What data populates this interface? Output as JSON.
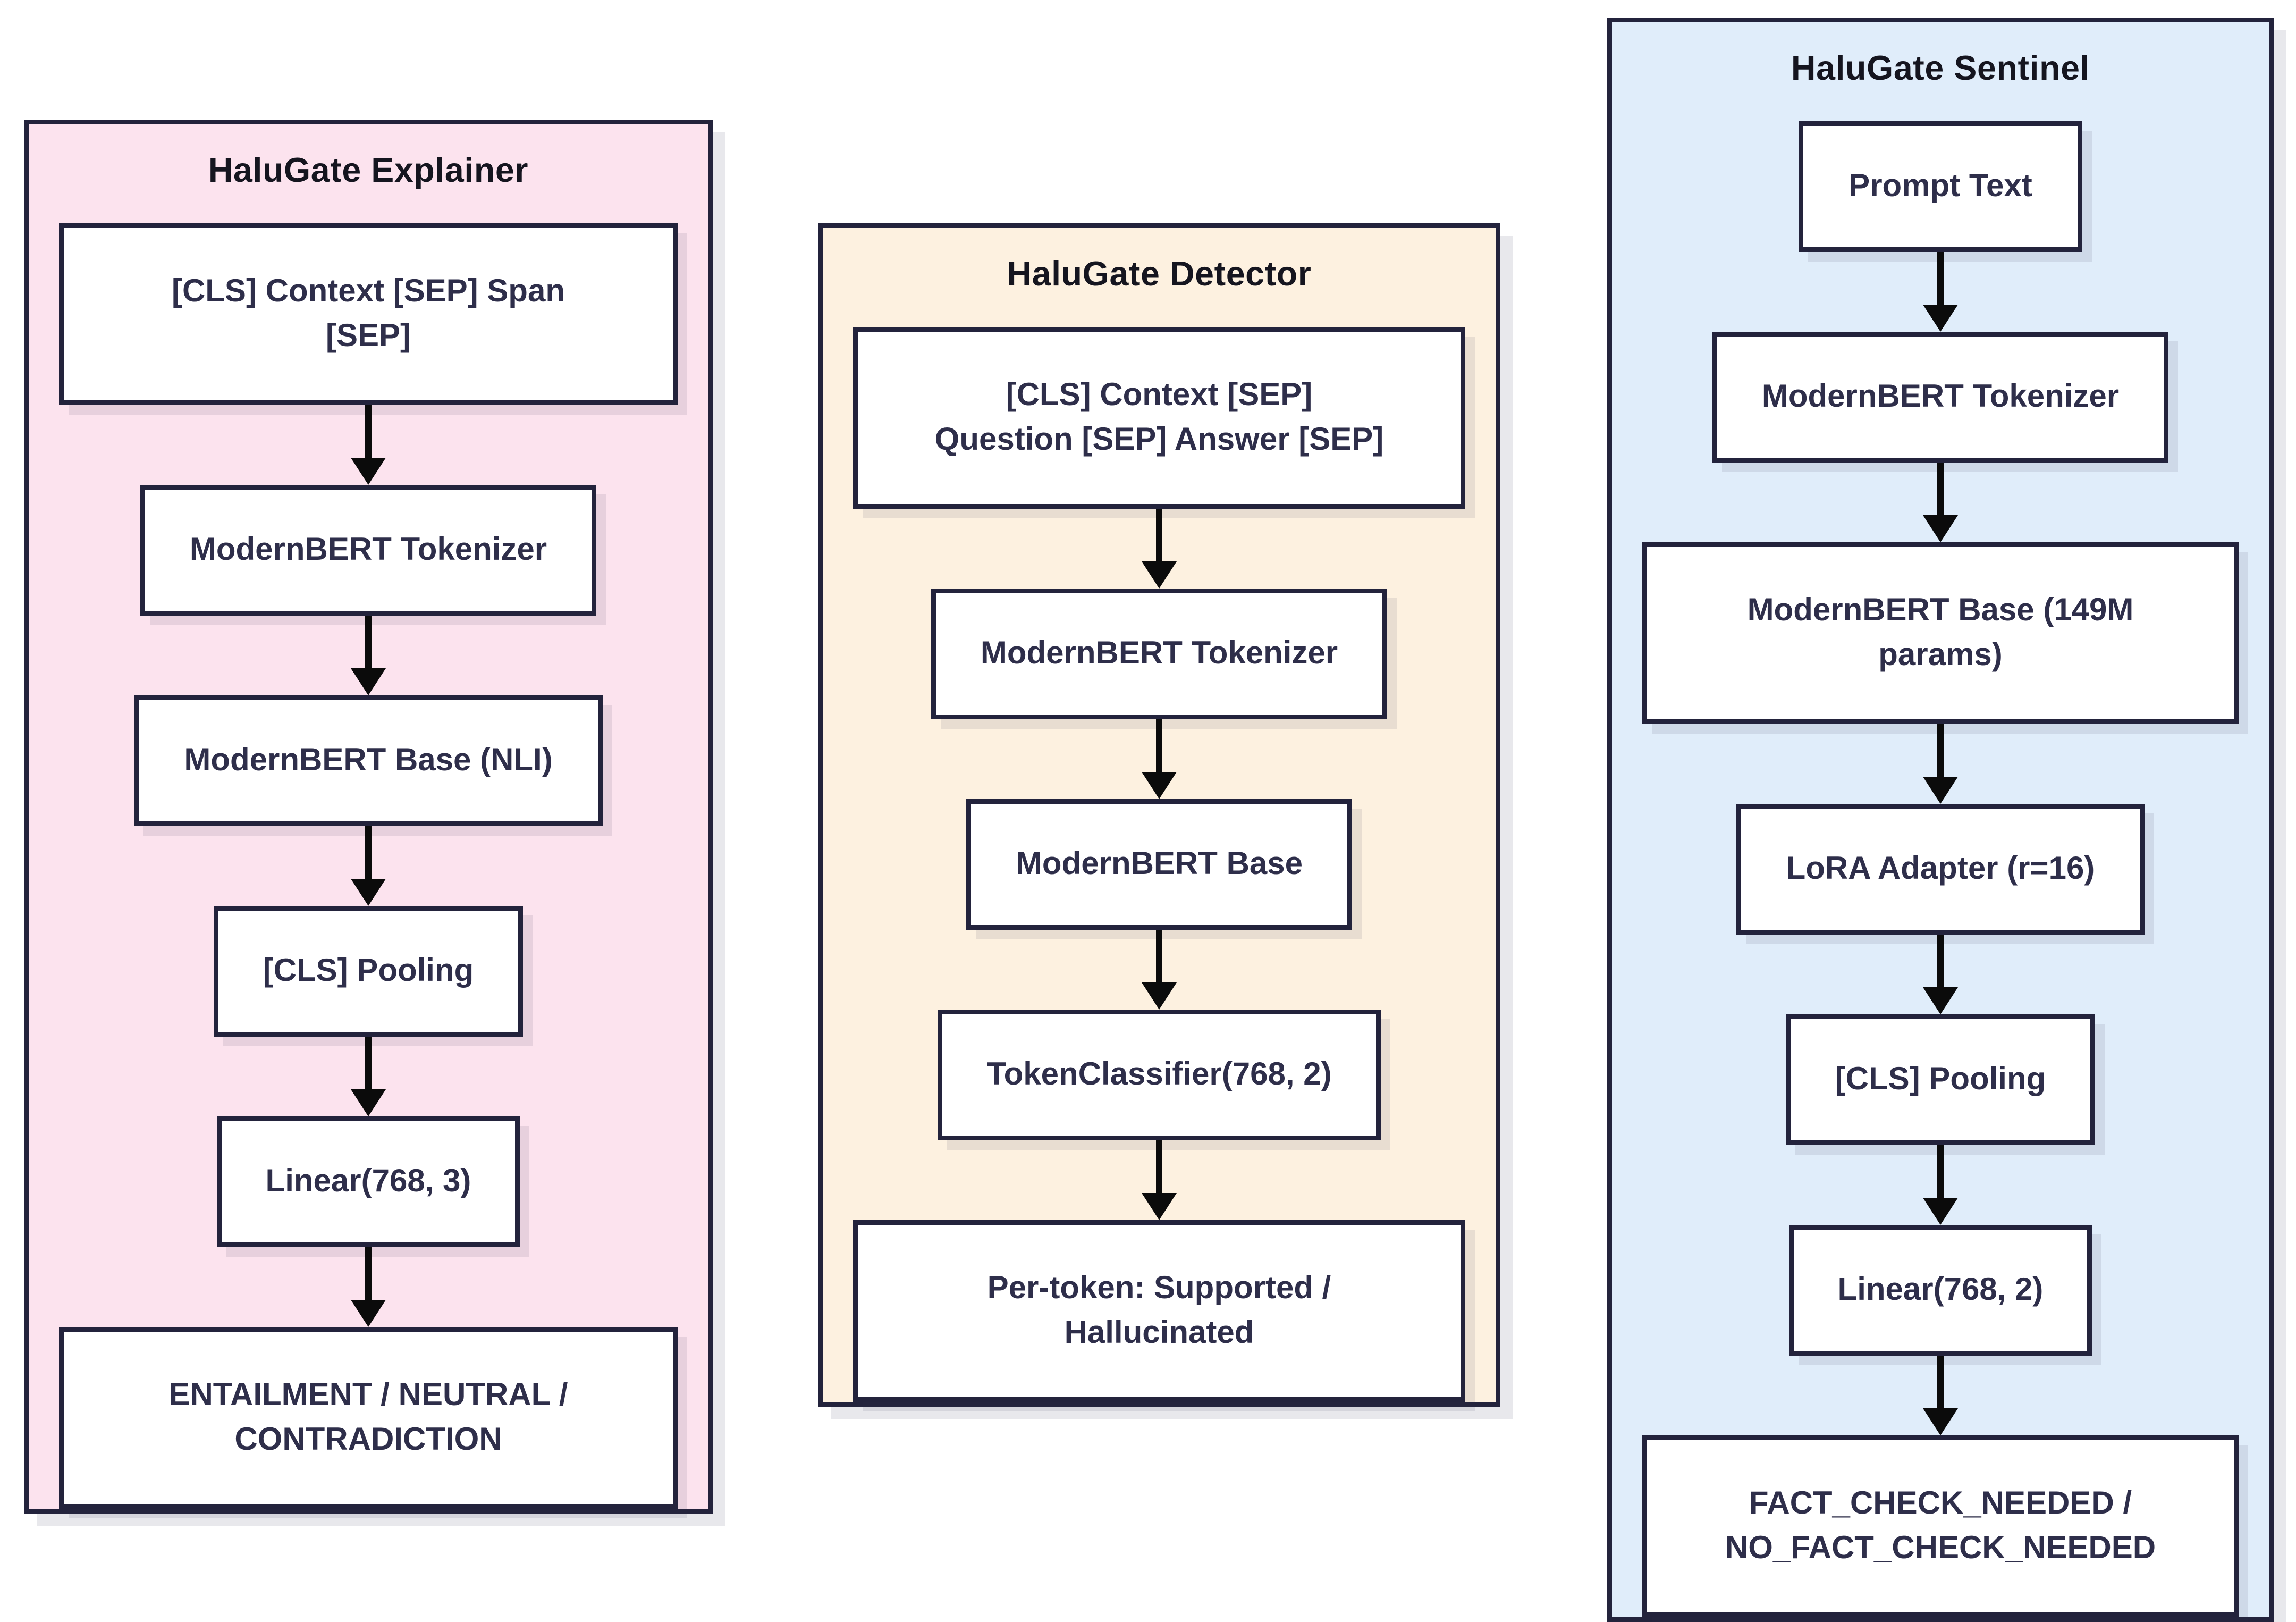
{
  "colors": {
    "canvas_bg": "#ffffff",
    "panel_border": "#23233c",
    "node_bg": "#ffffff",
    "node_border": "#23233c",
    "title_text": "#15151f",
    "node_text": "#2e2e4a",
    "arrow": "#0b0b0b",
    "explainer_bg": "#fce3ee",
    "detector_bg": "#fdf1e0",
    "sentinel_bg": "#e0edfa"
  },
  "columns": [
    {
      "id": "explainer",
      "title": "HaluGate Explainer",
      "bg": "#fce3ee",
      "nodes": [
        [
          "[CLS] Context [SEP] Span",
          "[SEP]"
        ],
        [
          "ModernBERT Tokenizer"
        ],
        [
          "ModernBERT Base (NLI)"
        ],
        [
          "[CLS] Pooling"
        ],
        [
          "Linear(768, 3)"
        ],
        [
          "ENTAILMENT / NEUTRAL /",
          "CONTRADICTION"
        ]
      ]
    },
    {
      "id": "detector",
      "title": "HaluGate Detector",
      "bg": "#fdf1e0",
      "nodes": [
        [
          "[CLS] Context [SEP]",
          "Question [SEP] Answer [SEP]"
        ],
        [
          "ModernBERT Tokenizer"
        ],
        [
          "ModernBERT Base"
        ],
        [
          "TokenClassifier(768, 2)"
        ],
        [
          "Per-token: Supported /",
          "Hallucinated"
        ]
      ]
    },
    {
      "id": "sentinel",
      "title": "HaluGate Sentinel",
      "bg": "#e0edfa",
      "nodes": [
        [
          "Prompt Text"
        ],
        [
          "ModernBERT Tokenizer"
        ],
        [
          "ModernBERT Base (149M",
          "params)"
        ],
        [
          "LoRA Adapter (r=16)"
        ],
        [
          "[CLS] Pooling"
        ],
        [
          "Linear(768, 2)"
        ],
        [
          "FACT_CHECK_NEEDED /",
          "NO_FACT_CHECK_NEEDED"
        ]
      ]
    }
  ]
}
